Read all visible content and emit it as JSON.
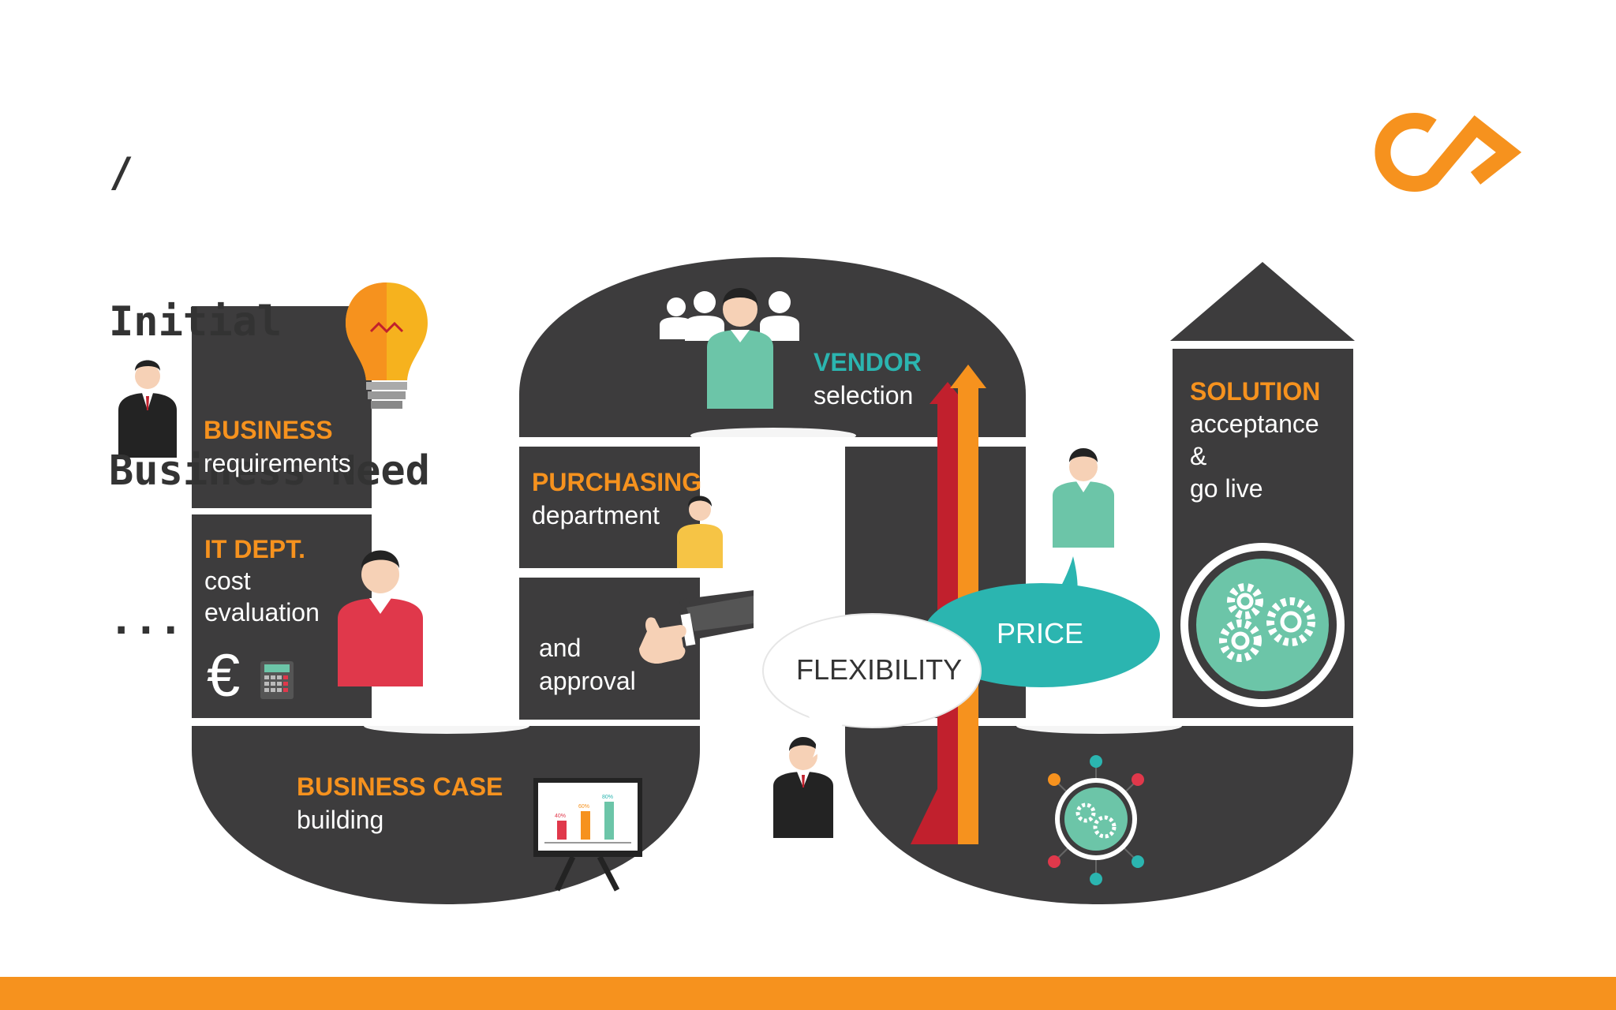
{
  "heading": {
    "slash": "/",
    "line1": "Initial",
    "line2": "Business Need",
    "dots": "..."
  },
  "steps": {
    "business": {
      "title": "BUSINESS",
      "text": "requirements"
    },
    "it_dept": {
      "title": "IT DEPT.",
      "line1": "cost",
      "line2": "evaluation",
      "currency": "€"
    },
    "business_case": {
      "title": "BUSINESS CASE",
      "text": "building"
    },
    "approval": {
      "line1": "and",
      "line2": "approval"
    },
    "purchasing": {
      "title": "PURCHASING",
      "text": "department"
    },
    "vendor": {
      "title": "VENDOR",
      "text": "selection"
    },
    "solution": {
      "title": "SOLUTION",
      "line1": "acceptance",
      "line2": "&",
      "line3": "go live"
    }
  },
  "bubbles": {
    "flexibility": "FLEXIBILITY",
    "price": "PRICE"
  },
  "chart_icon": {
    "labels": [
      "40%",
      "60%",
      "80%"
    ],
    "values": [
      40,
      60,
      80
    ]
  },
  "colors": {
    "dark": "#3D3C3D",
    "orange": "#F6921E",
    "teal": "#2BB5B0",
    "red": "#E0384B",
    "darkred": "#C1202D",
    "mint": "#6CC5A8"
  }
}
